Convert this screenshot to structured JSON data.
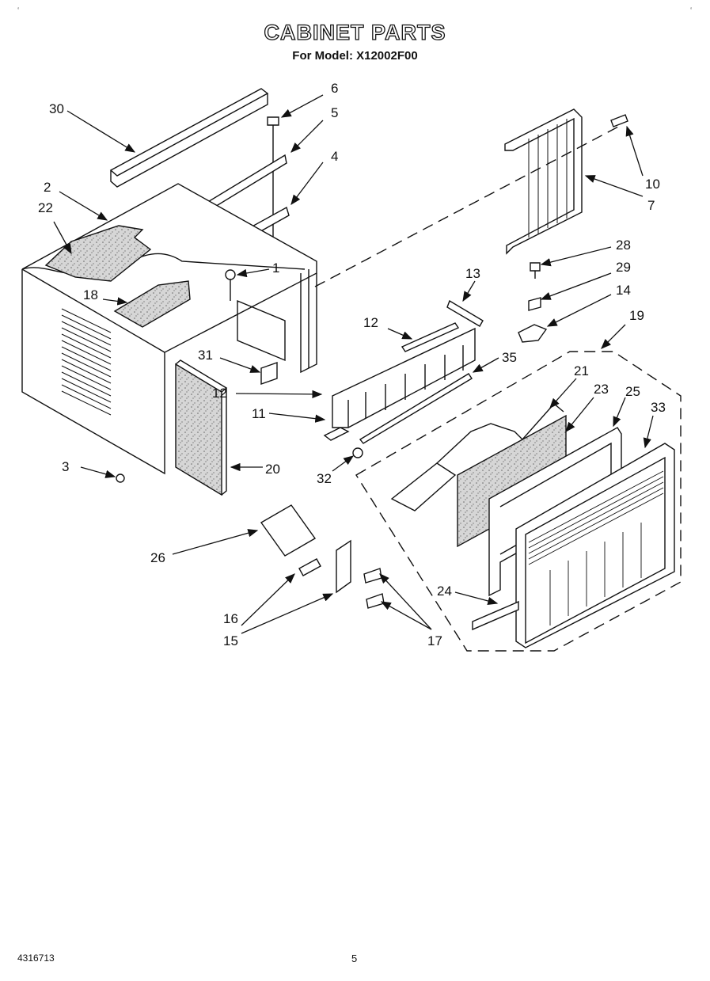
{
  "title": "CABINET PARTS",
  "subtitle": "For Model: X12002F00",
  "footer": {
    "doc_number": "4316713",
    "page": "5"
  },
  "callouts": [
    "30",
    "6",
    "5",
    "4",
    "2",
    "22",
    "18",
    "1",
    "10",
    "7",
    "28",
    "29",
    "13",
    "14",
    "12",
    "19",
    "31",
    "35",
    "12",
    "21",
    "23",
    "25",
    "33",
    "11",
    "3",
    "32",
    "20",
    "24",
    "26",
    "16",
    "15",
    "17"
  ]
}
